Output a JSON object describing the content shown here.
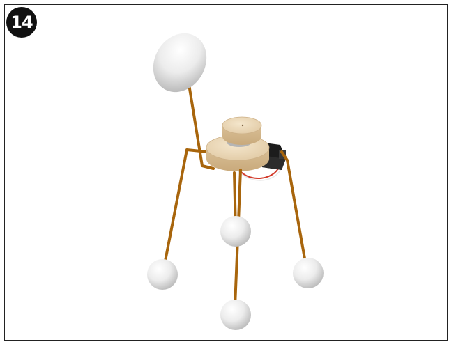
{
  "step": {
    "number": "14"
  },
  "colors": {
    "frame_border": "#222222",
    "badge_background": "#111111",
    "badge_text": "#ffffff",
    "wire": "#b8730f",
    "wood": "#e6d2b1",
    "foam": "#f2f2f2",
    "motor": "#1c1c1c",
    "red_wire": "#d23a2a"
  },
  "illustration": {
    "head": "foam-egg-head",
    "body": "stacked-wood-discs",
    "motor": "vibration-motor",
    "feet": [
      "foam-ball",
      "foam-ball",
      "foam-ball",
      "foam-ball"
    ]
  }
}
